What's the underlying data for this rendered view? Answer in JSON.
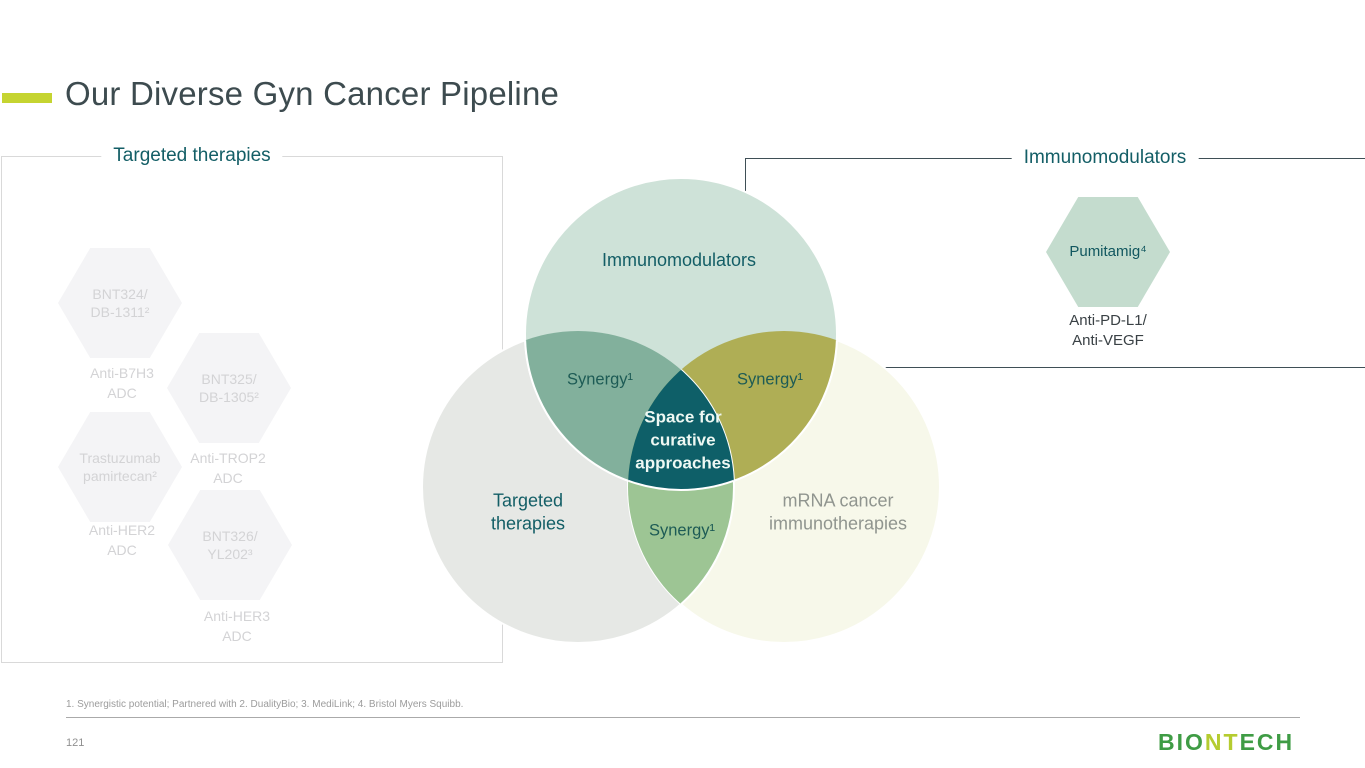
{
  "slide": {
    "title": "Our Diverse Gyn Cancer Pipeline",
    "page_number": "121",
    "footnote": "1. Synergistic potential; Partnered with 2. DualityBio; 3. MediLink; 4. Bristol Myers Squibb.",
    "accent_color": "#c5d431"
  },
  "left_panel": {
    "title": "Targeted therapies",
    "hexagons": [
      {
        "line1": "BNT324/",
        "line2": "DB-1311²",
        "caption1": "Anti-B7H3",
        "caption2": "ADC"
      },
      {
        "line1": "BNT325/",
        "line2": "DB-1305²",
        "caption1": "Anti-TROP2",
        "caption2": "ADC"
      },
      {
        "line1": "Trastuzumab",
        "line2": "pamirtecan²",
        "caption1": "Anti-HER2",
        "caption2": "ADC"
      },
      {
        "line1": "BNT326/",
        "line2": "YL202³",
        "caption1": "Anti-HER3",
        "caption2": "ADC"
      }
    ]
  },
  "right_panel": {
    "title": "Immunomodulators",
    "hexagon_label": "Pumitamig⁴",
    "caption1": "Anti-PD-L1/",
    "caption2": "Anti-VEGF"
  },
  "venn": {
    "top_label": "Immunomodulators",
    "left_label1": "Targeted",
    "left_label2": "therapies",
    "right_label1": "mRNA cancer",
    "right_label2": "immunotherapies",
    "synergy_top_left": "Synergy¹",
    "synergy_top_right": "Synergy¹",
    "synergy_bottom": "Synergy¹",
    "center_line1": "Space for",
    "center_line2": "curative",
    "center_line3": "approaches",
    "colors": {
      "top_circle": "#cee2d8",
      "left_circle": "#e6e8e5",
      "right_circle": "#f7f8ea",
      "overlap_top_left": "#82b09c",
      "overlap_top_right": "#afae55",
      "overlap_bottom": "#9dc594",
      "center": "#0e5f68",
      "label_teal": "#135e66",
      "label_grey": "#90958f"
    }
  },
  "footer": {
    "logo_part1": "BIO",
    "logo_part2": "NT",
    "logo_part3": "ECH",
    "logo_green": "#3f9c45",
    "logo_lime": "#b5cc30"
  }
}
